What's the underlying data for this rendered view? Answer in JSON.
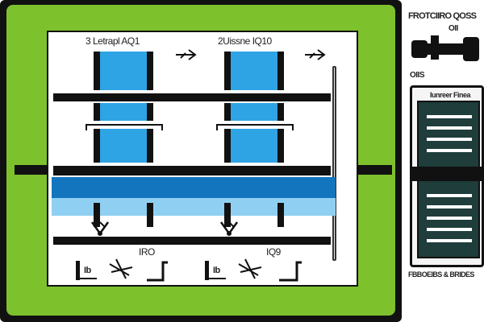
{
  "diagram": {
    "label_left": "3 Letrapl AQ1",
    "label_right": "2Uissne IQ10",
    "val_left": "IRO",
    "val_right": "IQ9",
    "ib_left": "Ib",
    "ib_right": "Ib"
  },
  "sidebar": {
    "title": "FROTCIIRO QOSS",
    "subtitle": "OII",
    "section": "OIIS",
    "legend_title": "Iunreer Finea",
    "footer": "FBBOEIBS & BRIDES"
  }
}
